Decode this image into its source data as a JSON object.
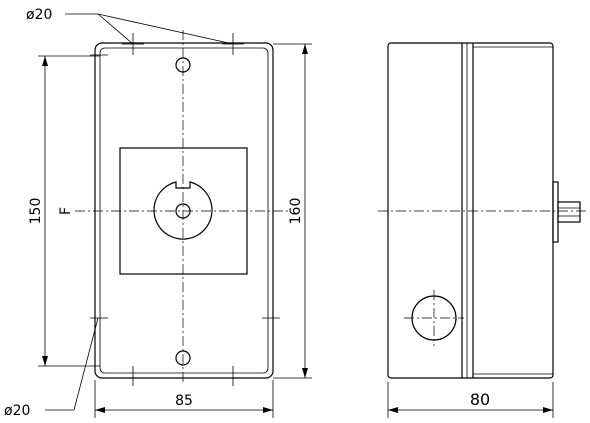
{
  "front_view": {
    "dim_width": "85",
    "dim_height_outer": "160",
    "dim_height_inner": "150",
    "label_f": "F",
    "hole_top": "ø20",
    "hole_bottom": "ø20"
  },
  "side_view": {
    "dim_depth": "80"
  }
}
